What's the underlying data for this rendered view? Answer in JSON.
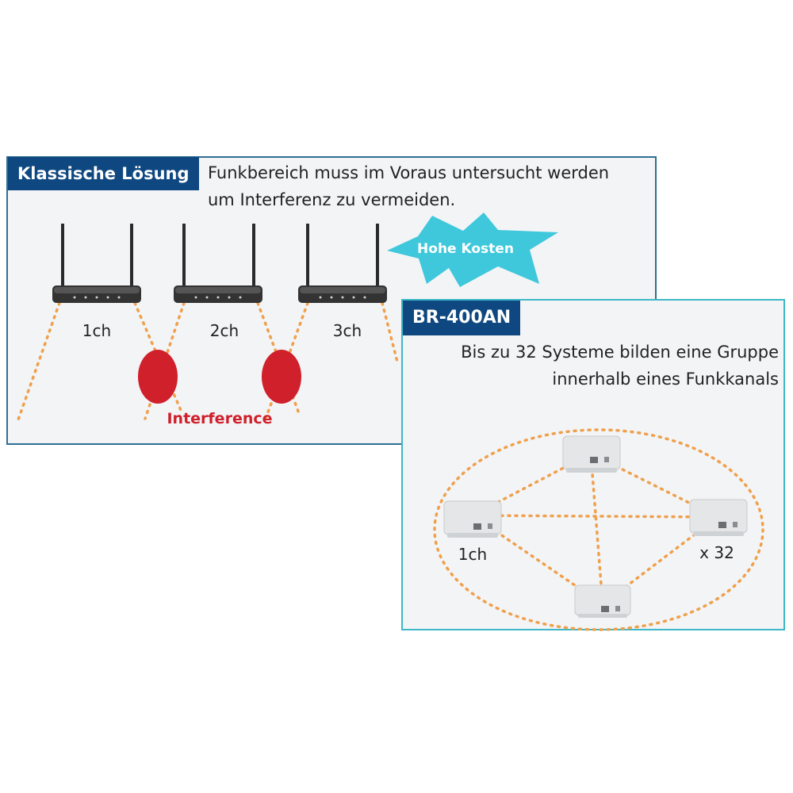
{
  "classic": {
    "title": "Klassische Lösung",
    "description_line1": "Funkbereich muss im Voraus untersucht werden",
    "description_line2": "um Interferenz zu vermeiden.",
    "cost_badge": "Hohe Kosten",
    "channel_labels": [
      "1ch",
      "2ch",
      "3ch"
    ],
    "interference_label": "Interference"
  },
  "br400an": {
    "title": "BR-400AN",
    "description_line1": "Bis zu 32 Systeme bilden eine Gruppe",
    "description_line2": "innerhalb eines Funkkanals",
    "channel_label": "1ch",
    "count_label": "x 32"
  },
  "colors": {
    "title_background": "#0f4880",
    "classic_border": "#2f6f92",
    "br_border": "#3db8c8",
    "dotted_line": "#f0a04b",
    "interference": "#d0202b",
    "cost_burst": "#3fc8dc"
  }
}
